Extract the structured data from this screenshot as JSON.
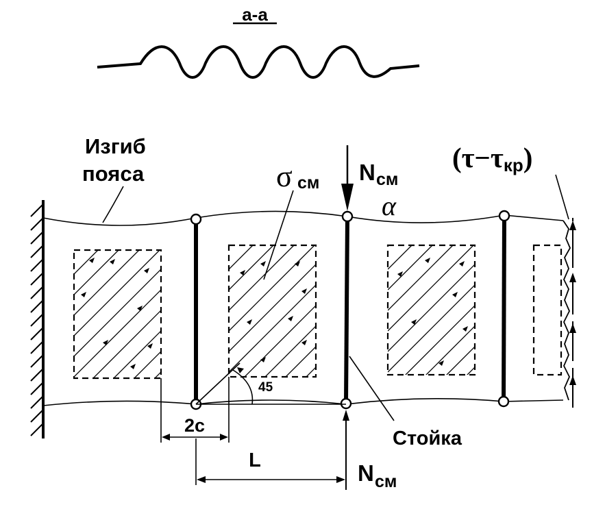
{
  "section_label": "а-а",
  "labels": {
    "flange_bending_line1": "Изгиб",
    "flange_bending_line2": "пояса",
    "sigma": "σ",
    "sigma_sub": "см",
    "n_top": "N",
    "n_top_sub": "см",
    "n_bottom": "N",
    "n_bottom_sub": "см",
    "alpha": "α",
    "tau_expr_open": "(τ−τ",
    "tau_sub": "кр",
    "tau_expr_close": ")",
    "angle": "45",
    "gap": "2c",
    "span": "L",
    "post": "Стойка"
  }
}
